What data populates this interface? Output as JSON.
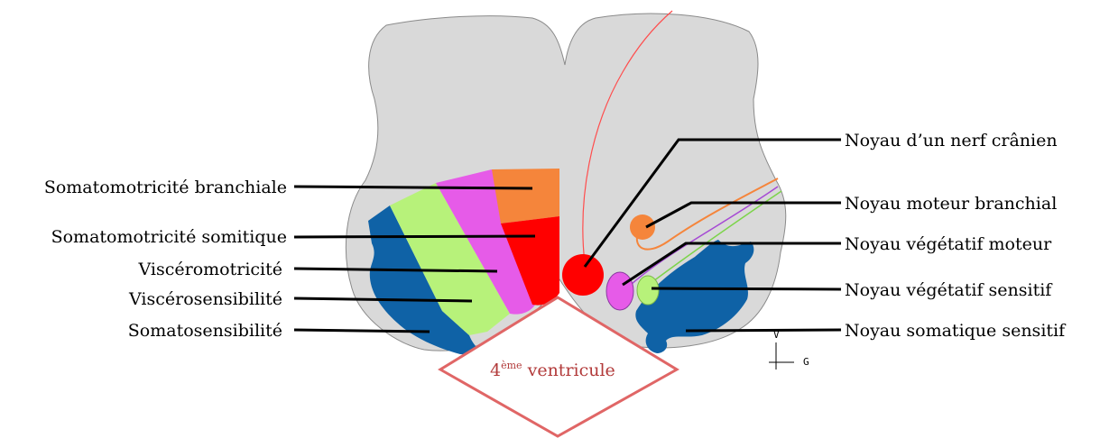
{
  "labels_left": {
    "somatomotricite_branchiale": "Somatomotricité branchiale",
    "somatomotricite_somitique": "Somatomotricité somitique",
    "visceromotricite": "Viscéromotricité",
    "viscerosensibilite": "Viscérosensibilité",
    "somatosensibilite": "Somatosensibilité"
  },
  "labels_right": {
    "noyau_nerf_cranien": "Noyau d’un nerf crânien",
    "noyau_moteur_branchial": "Noyau moteur branchial",
    "noyau_vegetatif_moteur": "Noyau végétatif moteur",
    "noyau_vegetatif_sensitif": "Noyau végétatif sensitif",
    "noyau_somatique_sensitif": "Noyau somatique sensitif"
  },
  "ventricle": {
    "number": "4",
    "superscript": "ème",
    "word": "ventricule"
  },
  "orientation": {
    "ventral": "V",
    "lateral": "G"
  },
  "colors": {
    "tissue": "#d9d9d9",
    "somatosensory": "#0f62a6",
    "viscerosensory": "#b7f27a",
    "visceromotor": "#e65be8",
    "somitic_motor": "#ff0000",
    "branchial_motor": "#f5853b",
    "ventricle_outline": "#e06666",
    "ventricle_text": "#b23a3a",
    "nerve": "#ff4d4d"
  }
}
